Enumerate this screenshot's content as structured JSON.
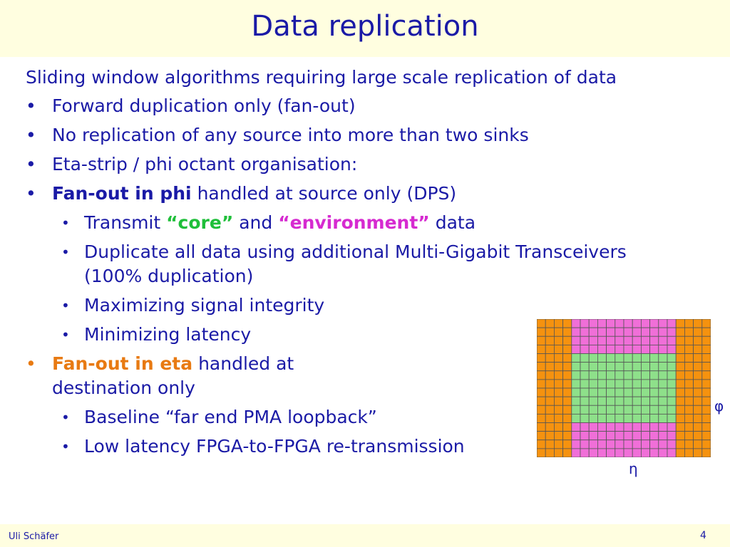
{
  "slide": {
    "title": "Data replication",
    "intro": "Sliding window algorithms requiring large scale replication of data",
    "bullet_char": "•",
    "bullets": [
      {
        "text": "Forward duplication only (fan-out)"
      },
      {
        "text": "No replication of any source into more than two sinks"
      },
      {
        "text": "Eta-strip / phi octant organisation:"
      },
      {
        "bold": "Fan-out in phi",
        "rest": " handled at source only (DPS)",
        "sub": [
          {
            "pre": "Transmit ",
            "core": "“core”",
            "mid": " and ",
            "env": "“environment”",
            "post": " data"
          },
          {
            "text": "Duplicate all data using additional Multi-Gigabit Transceivers (100% duplication)"
          },
          {
            "text": "Maximizing signal integrity"
          },
          {
            "text": "Minimizing latency"
          }
        ]
      },
      {
        "bold": "Fan-out in eta",
        "rest": " handled at destination only",
        "sub": [
          {
            "text": "Baseline “far end PMA loopback”"
          },
          {
            "text": "Low latency FPGA-to-FPGA  re-transmission"
          }
        ]
      }
    ]
  },
  "diagram": {
    "phi_label": "φ",
    "eta_label": "η",
    "columns": 20,
    "rows": 16,
    "orange_cols_each_side": 4,
    "pink_rows_each_side": 4,
    "colors": {
      "orange": "#f5920f",
      "pink": "#f06fd8",
      "green": "#8ee08a",
      "line": "#555555"
    }
  },
  "footer": {
    "author": "Uli Schäfer",
    "page": "4"
  }
}
